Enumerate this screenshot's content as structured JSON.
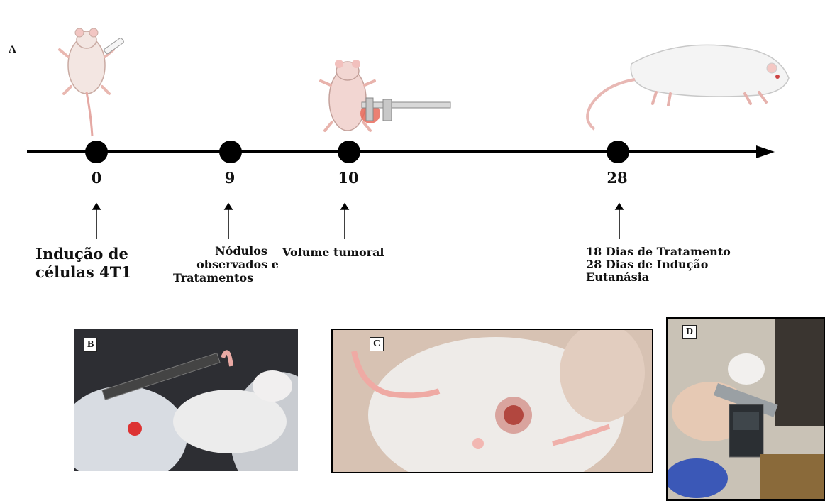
{
  "figure": {
    "panel_a_letter": "A",
    "days": [
      "0",
      "9",
      "10",
      "28"
    ],
    "labels": {
      "day0": [
        "Indução de",
        "células 4T1"
      ],
      "day9": [
        "Nódulos",
        "observados e",
        "Tratamentos"
      ],
      "day10": [
        "Volume tumoral"
      ],
      "day28": [
        "18 Dias de Tratamento",
        "28 Dias de Indução",
        "Eutanásia"
      ]
    }
  },
  "photos": {
    "b_letter": "B",
    "c_letter": "C",
    "d_letter": "D"
  }
}
